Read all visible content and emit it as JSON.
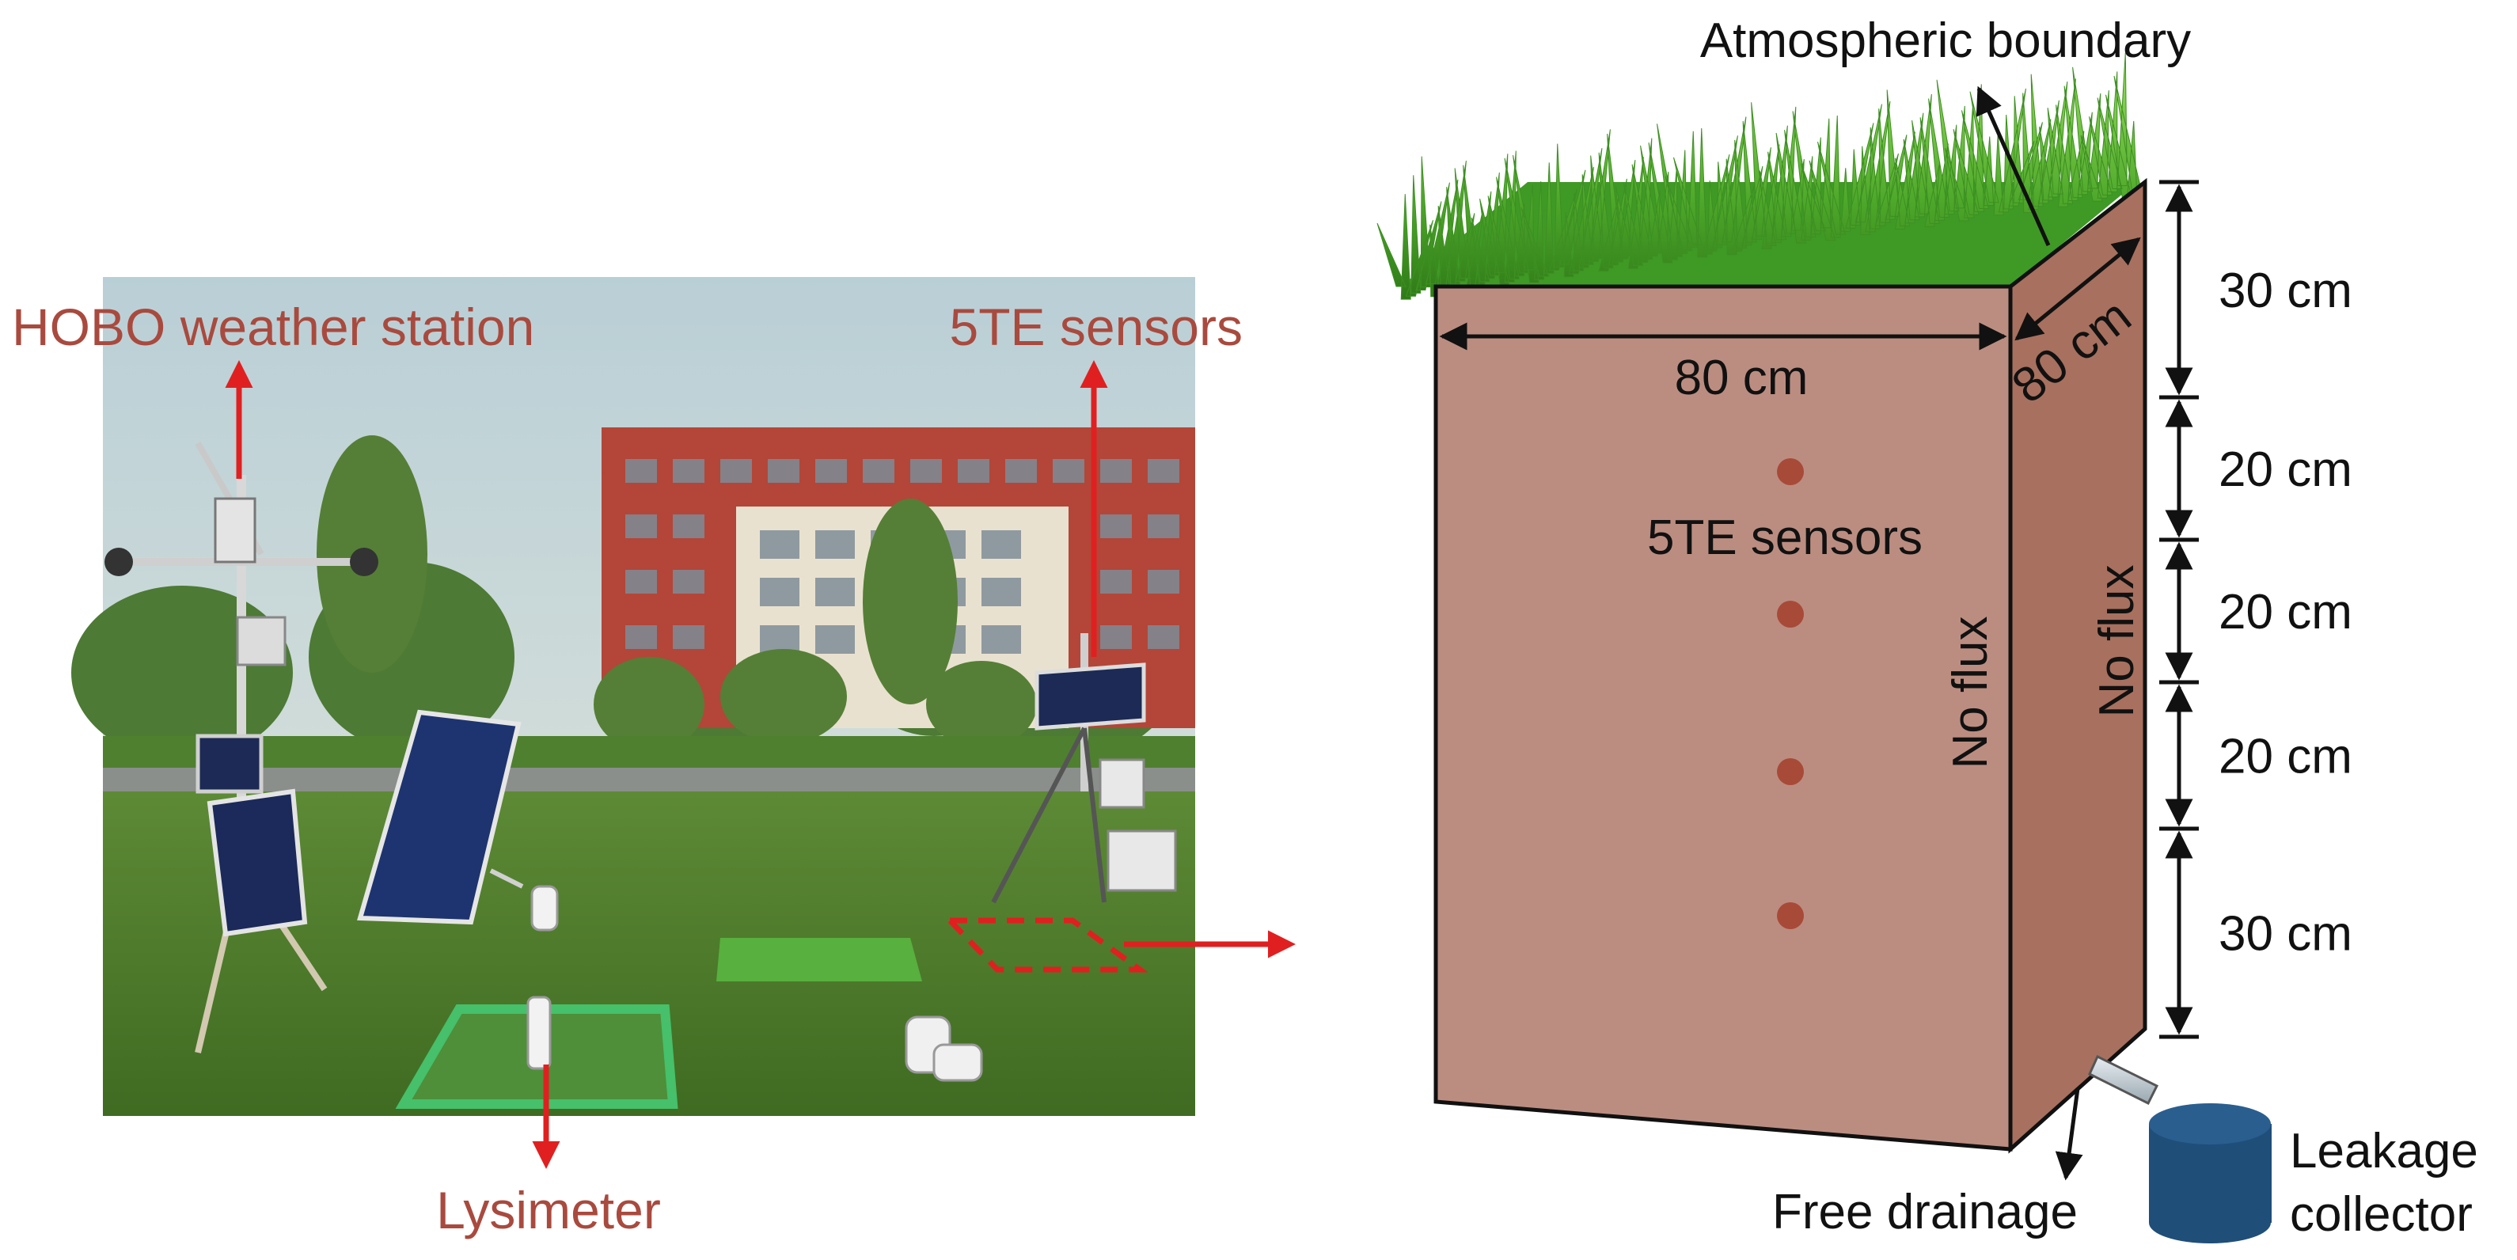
{
  "photo": {
    "labels": {
      "weather_station": "HOBO weather station",
      "sensors": "5TE sensors",
      "lysimeter": "Lysimeter"
    }
  },
  "schematic": {
    "top_boundary": "Atmospheric boundary",
    "width_label": "80 cm",
    "depth_label": "80 cm",
    "sensors_label": "5TE sensors",
    "side_flux_front": "No flux",
    "side_flux_side": "No flux",
    "layers": [
      "30 cm",
      "20 cm",
      "20 cm",
      "20 cm",
      "30 cm"
    ],
    "bottom_drainage": "Free drainage",
    "collector_line1": "Leakage",
    "collector_line2": "collector",
    "sensor_count": 4
  },
  "colors": {
    "label_red": "#a94a3e",
    "arrow_red": "#e02020",
    "soil_front": "#bb8d80",
    "soil_side": "#a8705f",
    "sensor_dot": "#a84a38",
    "collector_blue": "#1f4e79",
    "grass_green": "#5cb83a"
  }
}
